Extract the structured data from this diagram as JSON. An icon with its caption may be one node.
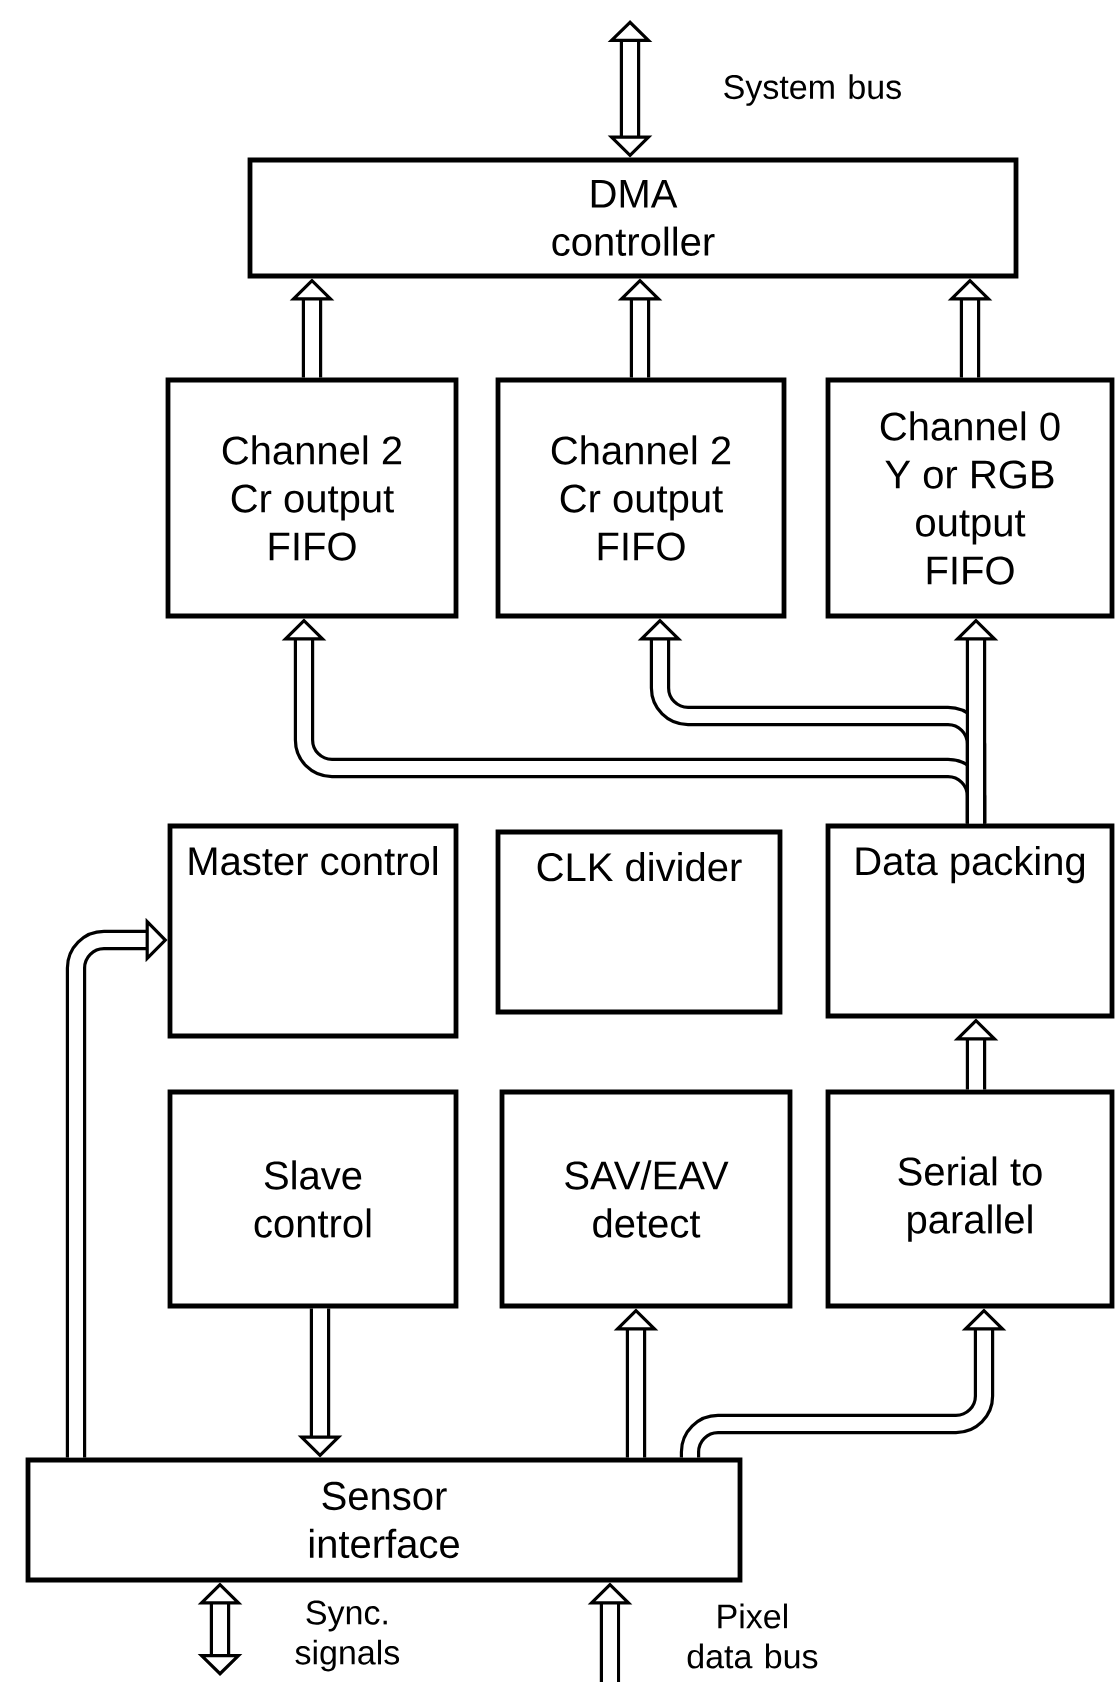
{
  "diagram": {
    "nodes": [
      {
        "text": [
          "DMA controller"
        ]
      },
      {
        "text": [
          "Channel 2 Cr output FIFO"
        ]
      },
      {
        "text": [
          "Channel 2 Cr output FIFO"
        ]
      },
      {
        "text": [
          "Channel 0 Y or RGB output FIFO"
        ]
      },
      {
        "text": [
          "Master control"
        ]
      },
      {
        "text": [
          "CLK divider"
        ]
      },
      {
        "text": [
          "Data packing"
        ]
      },
      {
        "text": [
          "Slave control"
        ]
      },
      {
        "text": [
          "SAV/EAV detect"
        ]
      },
      {
        "text": [
          "Serial to parallel"
        ]
      },
      {
        "text": [
          "Sensor interface"
        ]
      }
    ],
    "edges": [
      {
        "from": null,
        "to": 0,
        "arrow": "both",
        "label": "System bus"
      },
      {
        "from": 1,
        "to": 0,
        "arrow": "to"
      },
      {
        "from": 2,
        "to": 0,
        "arrow": "to"
      },
      {
        "from": 3,
        "to": 0,
        "arrow": "to"
      },
      {
        "from": 6,
        "to": 1,
        "arrow": "to"
      },
      {
        "from": 6,
        "to": 2,
        "arrow": "to"
      },
      {
        "from": 6,
        "to": 3,
        "arrow": "to"
      },
      {
        "from": 10,
        "to": 4,
        "arrow": "to"
      },
      {
        "from": 7,
        "to": 10,
        "arrow": "to"
      },
      {
        "from": 10,
        "to": 8,
        "arrow": "to"
      },
      {
        "from": 10,
        "to": 9,
        "arrow": "to"
      },
      {
        "from": 9,
        "to": 6,
        "arrow": "to"
      },
      {
        "from": 10,
        "to": null,
        "arrow": "both",
        "label": "Sync. signals"
      },
      {
        "from": null,
        "to": 10,
        "arrow": "to",
        "label": "Pixel data bus"
      }
    ]
  }
}
